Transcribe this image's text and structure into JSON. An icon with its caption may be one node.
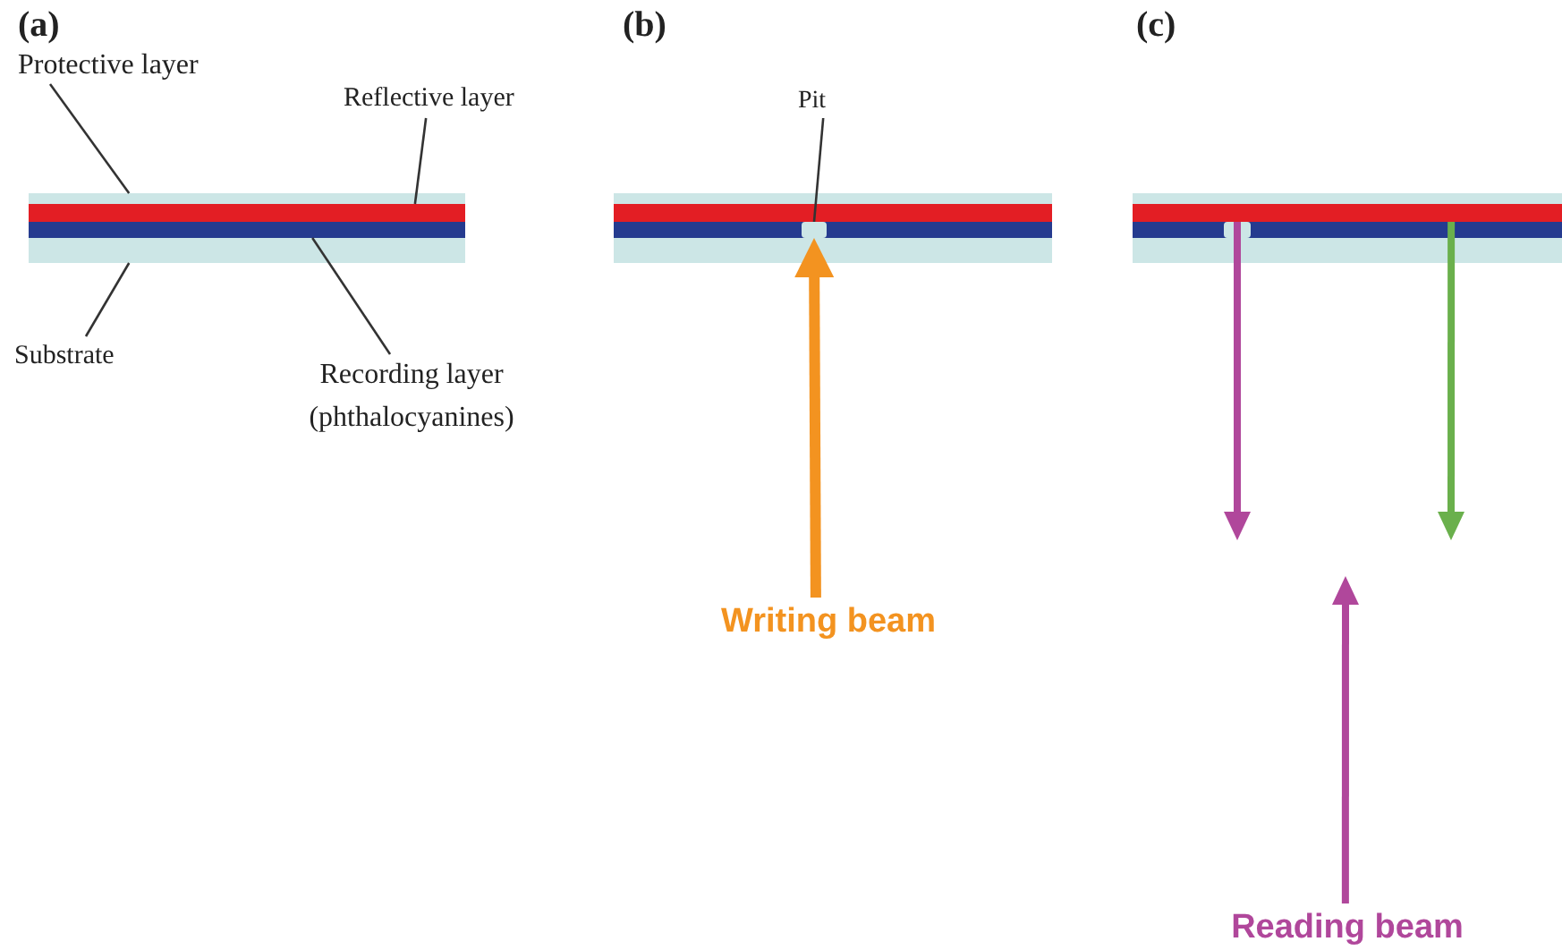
{
  "diagram": {
    "nodes": [
      {
        "text": [
          "Protective layer"
        ]
      },
      {
        "text": [
          "Reflective layer"
        ]
      },
      {
        "text": [
          "Substrate"
        ]
      },
      {
        "text": [
          "Recording layer (phthalocyanines)"
        ]
      },
      {
        "text": [],
        "shape": "bar"
      },
      {
        "text": [],
        "shape": "bar",
        "in": 4
      },
      {
        "text": [],
        "shape": "bar",
        "in": 4
      },
      {
        "text": [
          "Pit"
        ]
      },
      {
        "text": [],
        "shape": "bar"
      },
      {
        "text": [],
        "shape": "bar",
        "in": 8
      },
      {
        "text": [],
        "shape": "bar",
        "in": 8
      },
      {
        "text": [],
        "shape": "box",
        "in": 10
      },
      {
        "text": [
          "Writing beam"
        ]
      },
      {
        "text": [],
        "shape": "bar"
      },
      {
        "text": [],
        "shape": "bar",
        "in": 13
      },
      {
        "text": [],
        "shape": "bar",
        "in": 13
      },
      {
        "text": [],
        "shape": "box",
        "in": 15
      },
      {
        "text": [
          "Reading beam"
        ]
      }
    ],
    "edges": [
      {
        "from": 0,
        "to": 4,
        "arrow": "none"
      },
      {
        "from": 1,
        "to": 5,
        "arrow": "none"
      },
      {
        "from": 2,
        "to": 4,
        "arrow": "none"
      },
      {
        "from": 3,
        "to": 6,
        "arrow": "none"
      },
      {
        "from": 7,
        "to": 11,
        "arrow": "none"
      },
      {
        "from": 12,
        "to": 11,
        "arrow": "to",
        "style": "thick",
        "color": "#f39320"
      },
      {
        "from": 16,
        "to": null,
        "arrow": "to",
        "style": "thick",
        "color": "#b0479b"
      },
      {
        "from": 14,
        "to": null,
        "arrow": "to",
        "style": "thick",
        "color": "#6ab04c"
      },
      {
        "from": 17,
        "to": null,
        "arrow": "to",
        "style": "thick",
        "color": "#b0479b"
      }
    ],
    "labels": [
      "(a)",
      "(b)",
      "(c)"
    ]
  }
}
